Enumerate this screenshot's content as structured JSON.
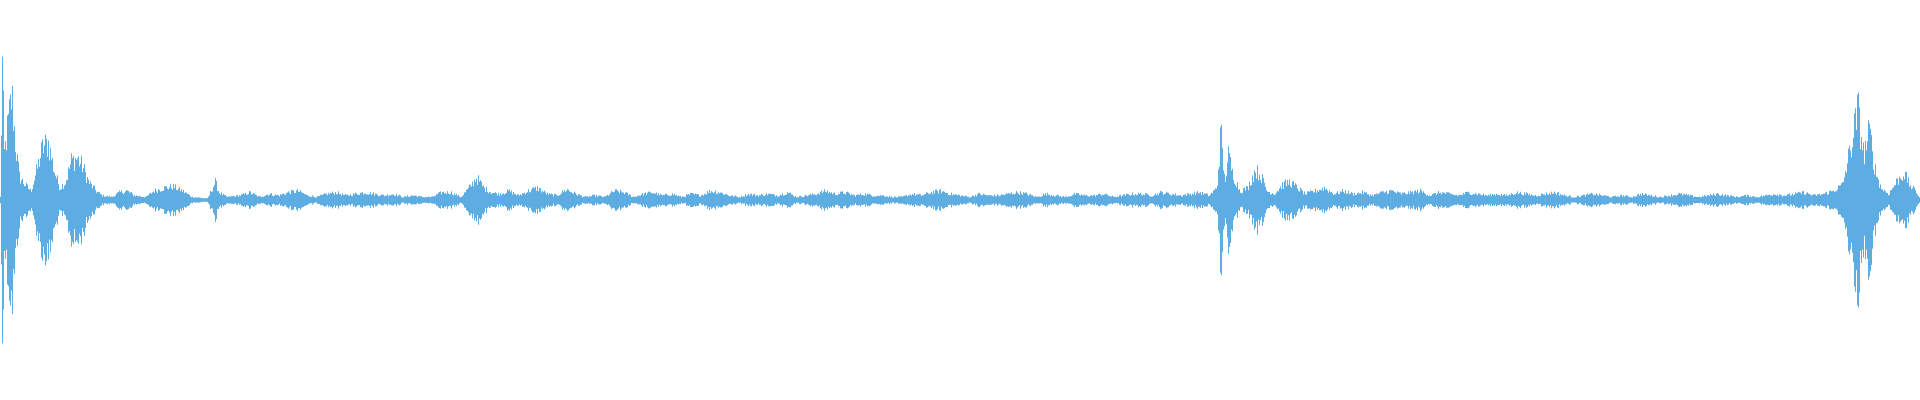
{
  "waveform": {
    "color": "#5dade2",
    "background": "#ffffff",
    "baseline_fraction": 0.5,
    "amplitude_profile": [
      [
        0.0,
        0.02
      ],
      [
        0.001,
        0.92
      ],
      [
        0.002,
        0.3
      ],
      [
        0.004,
        0.5
      ],
      [
        0.006,
        0.7
      ],
      [
        0.008,
        0.35
      ],
      [
        0.01,
        0.15
      ],
      [
        0.013,
        0.1
      ],
      [
        0.016,
        0.06
      ],
      [
        0.019,
        0.2
      ],
      [
        0.022,
        0.35
      ],
      [
        0.025,
        0.38
      ],
      [
        0.028,
        0.2
      ],
      [
        0.031,
        0.08
      ],
      [
        0.034,
        0.12
      ],
      [
        0.037,
        0.26
      ],
      [
        0.04,
        0.28
      ],
      [
        0.043,
        0.22
      ],
      [
        0.046,
        0.12
      ],
      [
        0.05,
        0.06
      ],
      [
        0.053,
        0.03
      ],
      [
        0.058,
        0.02
      ],
      [
        0.062,
        0.05
      ],
      [
        0.066,
        0.06
      ],
      [
        0.07,
        0.03
      ],
      [
        0.076,
        0.02
      ],
      [
        0.08,
        0.06
      ],
      [
        0.085,
        0.08
      ],
      [
        0.09,
        0.09
      ],
      [
        0.095,
        0.06
      ],
      [
        0.1,
        0.02
      ],
      [
        0.108,
        0.01
      ],
      [
        0.112,
        0.12
      ],
      [
        0.114,
        0.05
      ],
      [
        0.118,
        0.02
      ],
      [
        0.125,
        0.03
      ],
      [
        0.13,
        0.05
      ],
      [
        0.135,
        0.02
      ],
      [
        0.14,
        0.04
      ],
      [
        0.145,
        0.03
      ],
      [
        0.15,
        0.05
      ],
      [
        0.155,
        0.06
      ],
      [
        0.16,
        0.03
      ],
      [
        0.165,
        0.02
      ],
      [
        0.17,
        0.04
      ],
      [
        0.175,
        0.05
      ],
      [
        0.18,
        0.03
      ],
      [
        0.185,
        0.04
      ],
      [
        0.19,
        0.05
      ],
      [
        0.2,
        0.03
      ],
      [
        0.205,
        0.04
      ],
      [
        0.21,
        0.02
      ],
      [
        0.215,
        0.03
      ],
      [
        0.22,
        0.02
      ],
      [
        0.225,
        0.02
      ],
      [
        0.23,
        0.05
      ],
      [
        0.235,
        0.05
      ],
      [
        0.24,
        0.02
      ],
      [
        0.245,
        0.09
      ],
      [
        0.248,
        0.15
      ],
      [
        0.252,
        0.08
      ],
      [
        0.256,
        0.05
      ],
      [
        0.26,
        0.04
      ],
      [
        0.265,
        0.06
      ],
      [
        0.27,
        0.03
      ],
      [
        0.275,
        0.06
      ],
      [
        0.28,
        0.08
      ],
      [
        0.285,
        0.04
      ],
      [
        0.29,
        0.03
      ],
      [
        0.295,
        0.07
      ],
      [
        0.3,
        0.04
      ],
      [
        0.305,
        0.02
      ],
      [
        0.31,
        0.03
      ],
      [
        0.315,
        0.02
      ],
      [
        0.32,
        0.06
      ],
      [
        0.325,
        0.05
      ],
      [
        0.33,
        0.02
      ],
      [
        0.335,
        0.04
      ],
      [
        0.34,
        0.05
      ],
      [
        0.345,
        0.03
      ],
      [
        0.35,
        0.04
      ],
      [
        0.355,
        0.02
      ],
      [
        0.36,
        0.04
      ],
      [
        0.365,
        0.03
      ],
      [
        0.37,
        0.06
      ],
      [
        0.375,
        0.05
      ],
      [
        0.38,
        0.03
      ],
      [
        0.385,
        0.02
      ],
      [
        0.39,
        0.04
      ],
      [
        0.395,
        0.03
      ],
      [
        0.4,
        0.04
      ],
      [
        0.405,
        0.03
      ],
      [
        0.41,
        0.05
      ],
      [
        0.415,
        0.02
      ],
      [
        0.42,
        0.03
      ],
      [
        0.425,
        0.04
      ],
      [
        0.43,
        0.06
      ],
      [
        0.435,
        0.04
      ],
      [
        0.44,
        0.05
      ],
      [
        0.445,
        0.03
      ],
      [
        0.45,
        0.04
      ],
      [
        0.455,
        0.03
      ],
      [
        0.46,
        0.03
      ],
      [
        0.465,
        0.02
      ],
      [
        0.47,
        0.02
      ],
      [
        0.475,
        0.04
      ],
      [
        0.48,
        0.03
      ],
      [
        0.485,
        0.05
      ],
      [
        0.49,
        0.06
      ],
      [
        0.495,
        0.04
      ],
      [
        0.5,
        0.03
      ],
      [
        0.505,
        0.02
      ],
      [
        0.51,
        0.04
      ],
      [
        0.515,
        0.03
      ],
      [
        0.52,
        0.03
      ],
      [
        0.525,
        0.04
      ],
      [
        0.53,
        0.05
      ],
      [
        0.535,
        0.04
      ],
      [
        0.54,
        0.02
      ],
      [
        0.545,
        0.04
      ],
      [
        0.55,
        0.03
      ],
      [
        0.555,
        0.02
      ],
      [
        0.56,
        0.04
      ],
      [
        0.565,
        0.03
      ],
      [
        0.57,
        0.03
      ],
      [
        0.575,
        0.04
      ],
      [
        0.58,
        0.02
      ],
      [
        0.585,
        0.03
      ],
      [
        0.59,
        0.04
      ],
      [
        0.595,
        0.04
      ],
      [
        0.6,
        0.03
      ],
      [
        0.605,
        0.05
      ],
      [
        0.61,
        0.04
      ],
      [
        0.615,
        0.03
      ],
      [
        0.62,
        0.04
      ],
      [
        0.625,
        0.05
      ],
      [
        0.63,
        0.03
      ],
      [
        0.634,
        0.08
      ],
      [
        0.636,
        0.45
      ],
      [
        0.638,
        0.12
      ],
      [
        0.64,
        0.3
      ],
      [
        0.642,
        0.18
      ],
      [
        0.646,
        0.06
      ],
      [
        0.65,
        0.08
      ],
      [
        0.654,
        0.2
      ],
      [
        0.657,
        0.16
      ],
      [
        0.66,
        0.06
      ],
      [
        0.664,
        0.04
      ],
      [
        0.668,
        0.1
      ],
      [
        0.672,
        0.12
      ],
      [
        0.676,
        0.08
      ],
      [
        0.68,
        0.04
      ],
      [
        0.685,
        0.06
      ],
      [
        0.69,
        0.08
      ],
      [
        0.695,
        0.04
      ],
      [
        0.7,
        0.06
      ],
      [
        0.705,
        0.04
      ],
      [
        0.71,
        0.05
      ],
      [
        0.715,
        0.03
      ],
      [
        0.72,
        0.05
      ],
      [
        0.725,
        0.06
      ],
      [
        0.73,
        0.04
      ],
      [
        0.735,
        0.05
      ],
      [
        0.74,
        0.06
      ],
      [
        0.745,
        0.03
      ],
      [
        0.75,
        0.05
      ],
      [
        0.755,
        0.04
      ],
      [
        0.76,
        0.03
      ],
      [
        0.765,
        0.05
      ],
      [
        0.77,
        0.04
      ],
      [
        0.775,
        0.03
      ],
      [
        0.78,
        0.04
      ],
      [
        0.785,
        0.03
      ],
      [
        0.79,
        0.05
      ],
      [
        0.795,
        0.04
      ],
      [
        0.8,
        0.03
      ],
      [
        0.805,
        0.04
      ],
      [
        0.81,
        0.05
      ],
      [
        0.815,
        0.03
      ],
      [
        0.82,
        0.02
      ],
      [
        0.825,
        0.03
      ],
      [
        0.83,
        0.04
      ],
      [
        0.835,
        0.03
      ],
      [
        0.84,
        0.02
      ],
      [
        0.845,
        0.03
      ],
      [
        0.85,
        0.02
      ],
      [
        0.855,
        0.04
      ],
      [
        0.86,
        0.03
      ],
      [
        0.865,
        0.02
      ],
      [
        0.87,
        0.03
      ],
      [
        0.875,
        0.04
      ],
      [
        0.88,
        0.03
      ],
      [
        0.885,
        0.02
      ],
      [
        0.89,
        0.03
      ],
      [
        0.895,
        0.04
      ],
      [
        0.9,
        0.03
      ],
      [
        0.905,
        0.02
      ],
      [
        0.91,
        0.03
      ],
      [
        0.915,
        0.02
      ],
      [
        0.92,
        0.03
      ],
      [
        0.925,
        0.04
      ],
      [
        0.93,
        0.03
      ],
      [
        0.935,
        0.04
      ],
      [
        0.94,
        0.05
      ],
      [
        0.945,
        0.03
      ],
      [
        0.95,
        0.04
      ],
      [
        0.955,
        0.06
      ],
      [
        0.96,
        0.1
      ],
      [
        0.965,
        0.4
      ],
      [
        0.968,
        0.6
      ],
      [
        0.971,
        0.3
      ],
      [
        0.974,
        0.45
      ],
      [
        0.977,
        0.2
      ],
      [
        0.98,
        0.08
      ],
      [
        0.984,
        0.04
      ],
      [
        0.988,
        0.12
      ],
      [
        0.992,
        0.18
      ],
      [
        0.995,
        0.1
      ],
      [
        0.998,
        0.06
      ],
      [
        1.0,
        0.02
      ]
    ]
  }
}
